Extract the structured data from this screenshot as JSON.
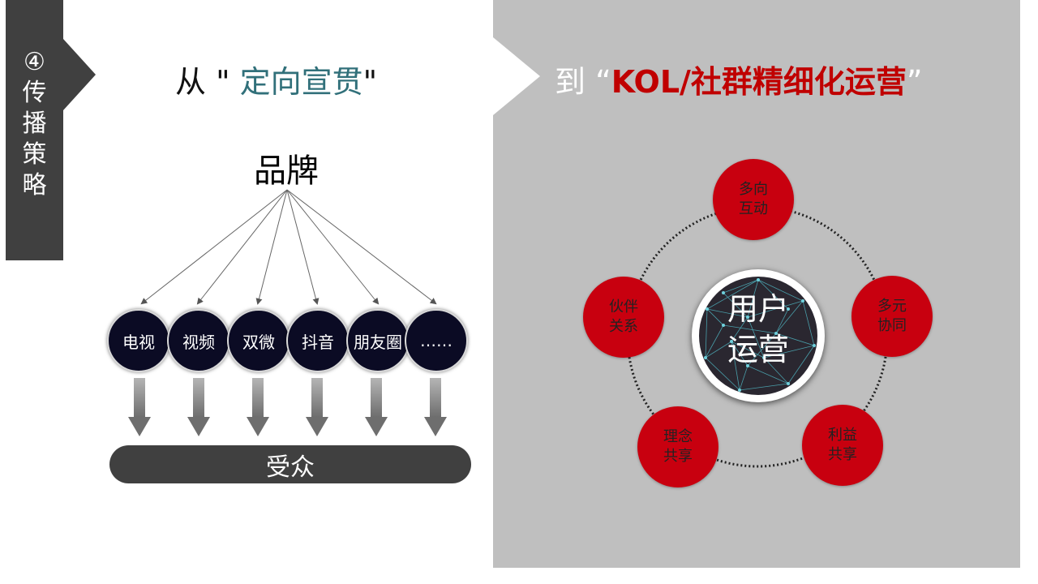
{
  "sidebar": {
    "number": "④",
    "chars": [
      "传",
      "播",
      "策",
      "略"
    ]
  },
  "title_left": {
    "prefix": "从 \" ",
    "accent": "定向宣贯",
    "suffix": "\""
  },
  "title_right": {
    "prefix": "到 “",
    "accent": "KOL/社群精细化运营",
    "suffix": "”"
  },
  "brand": "品牌",
  "channels": [
    "电视",
    "视频",
    "双微",
    "抖音",
    "朋友圈",
    "……"
  ],
  "audience": "受众",
  "hub": {
    "line1": "用户",
    "line2": "运营"
  },
  "nodes": [
    {
      "l1": "多向",
      "l2": "互动"
    },
    {
      "l1": "多元",
      "l2": "协同"
    },
    {
      "l1": "利益",
      "l2": "共享"
    },
    {
      "l1": "理念",
      "l2": "共享"
    },
    {
      "l1": "伙伴",
      "l2": "关系"
    }
  ],
  "colors": {
    "accent_teal": "#31707a",
    "accent_red": "#c00000",
    "dark": "#404040",
    "panel_gray": "#bfbfbf",
    "channel_navy": "#0b0b24"
  }
}
